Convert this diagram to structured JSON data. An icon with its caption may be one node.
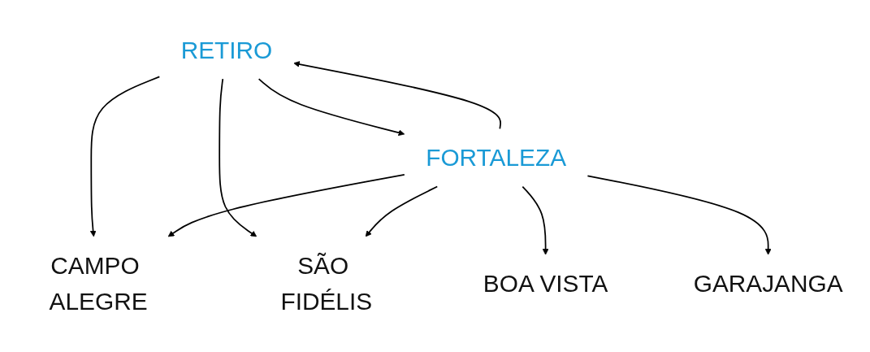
{
  "diagram": {
    "nodes": [
      {
        "text": [
          "RETIRO"
        ]
      },
      {
        "text": [
          "CAMPO ALEGRE"
        ]
      },
      {
        "text": [
          "SÃO FIDÉLIS"
        ]
      },
      {
        "text": [
          "FORTALEZA"
        ]
      },
      {
        "text": [
          "BOA VISTA"
        ]
      },
      {
        "text": [
          "GARAJANGA"
        ]
      }
    ],
    "edges": [
      {
        "from": 0,
        "to": 1,
        "arrow": "to"
      },
      {
        "from": 0,
        "to": 2,
        "arrow": "to"
      },
      {
        "from": 0,
        "to": 3,
        "arrow": "to"
      },
      {
        "from": 3,
        "to": 0,
        "arrow": "to"
      },
      {
        "from": 3,
        "to": 1,
        "arrow": "to"
      },
      {
        "from": 3,
        "to": 2,
        "arrow": "to"
      },
      {
        "from": 3,
        "to": 4,
        "arrow": "to"
      },
      {
        "from": 3,
        "to": 5,
        "arrow": "to"
      }
    ]
  }
}
